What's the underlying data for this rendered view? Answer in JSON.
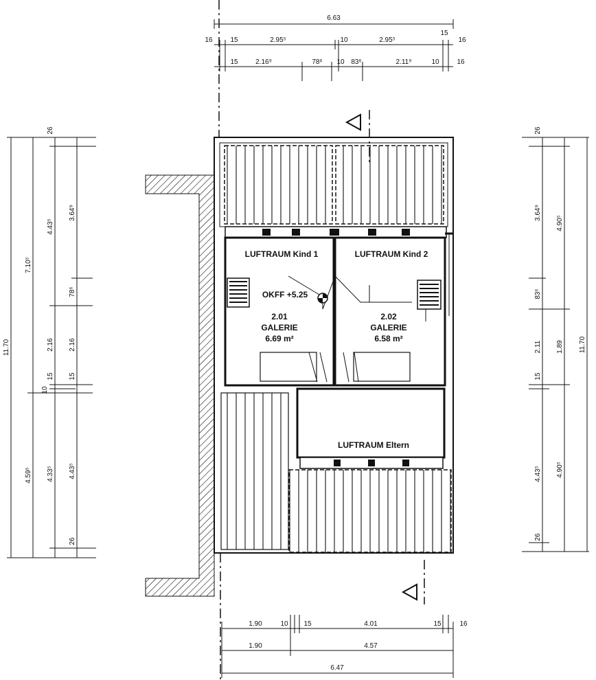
{
  "top_dims": {
    "overall": "6.63",
    "row1": [
      "16",
      "15",
      "2.95⁵",
      "10",
      "2.95⁵",
      "15",
      "16"
    ],
    "row2": [
      "15",
      "2.16⁹",
      "78⁶",
      "10",
      "83⁶",
      "2.11⁹",
      "10",
      "16"
    ]
  },
  "bottom_dims": {
    "row1": [
      "1.90",
      "10",
      "15",
      "4.01",
      "15",
      "16"
    ],
    "row2": [
      "1.90",
      "4.57"
    ],
    "overall": "6.47"
  },
  "left_dims": {
    "col1": [
      "11.70"
    ],
    "col2": [
      "7.10⁵",
      "4.59⁵"
    ],
    "col3": [
      "4.43⁵",
      "2.16",
      "15",
      "10",
      "4.33⁵"
    ],
    "col4": [
      "26",
      "3.64⁹",
      "78⁶",
      "2.16",
      "15",
      "4.43⁵",
      "26"
    ]
  },
  "right_dims": {
    "col1": [
      "26",
      "3.64⁹",
      "83⁶",
      "2.11",
      "15",
      "4.43⁵",
      "26"
    ],
    "col2": [
      "4.90⁵",
      "1.89",
      "4.90⁵"
    ],
    "col3": [
      "11.70"
    ]
  },
  "rooms": [
    {
      "label": "LUFTRAUM Kind 1"
    },
    {
      "label": "LUFTRAUM Kind 2"
    },
    {
      "label": "LUFTRAUM Eltern"
    },
    {
      "number": "2.01",
      "name": "GALERIE",
      "area": "6.69 m²"
    },
    {
      "number": "2.02",
      "name": "GALERIE",
      "area": "6.58 m²"
    }
  ],
  "level": "OKFF +5.25"
}
